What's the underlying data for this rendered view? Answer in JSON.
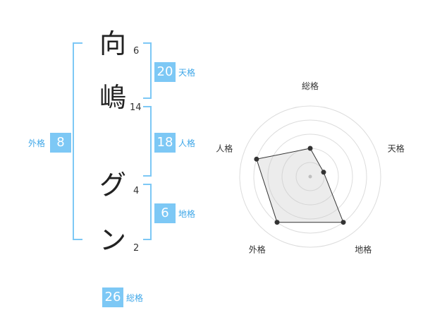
{
  "name_chars": [
    {
      "char": "向",
      "strokes": "6"
    },
    {
      "char": "嶋",
      "strokes": "14"
    },
    {
      "char": "グ",
      "strokes": "4"
    },
    {
      "char": "ン",
      "strokes": "2"
    }
  ],
  "fortune": {
    "tenkaku": {
      "value": "20",
      "label": "天格"
    },
    "jinkaku": {
      "value": "18",
      "label": "人格"
    },
    "chikaku": {
      "value": "6",
      "label": "地格"
    },
    "gaikaku": {
      "value": "8",
      "label": "外格"
    },
    "soukaku": {
      "value": "26",
      "label": "総格"
    }
  },
  "colors": {
    "accent": "#7dc8f5",
    "label": "#3fa7e8"
  },
  "chart_data": {
    "type": "radar",
    "axes": [
      "総格",
      "天格",
      "地格",
      "外格",
      "人格"
    ],
    "values": [
      2,
      1,
      4,
      4,
      4
    ],
    "max": 5,
    "rings": 5
  }
}
